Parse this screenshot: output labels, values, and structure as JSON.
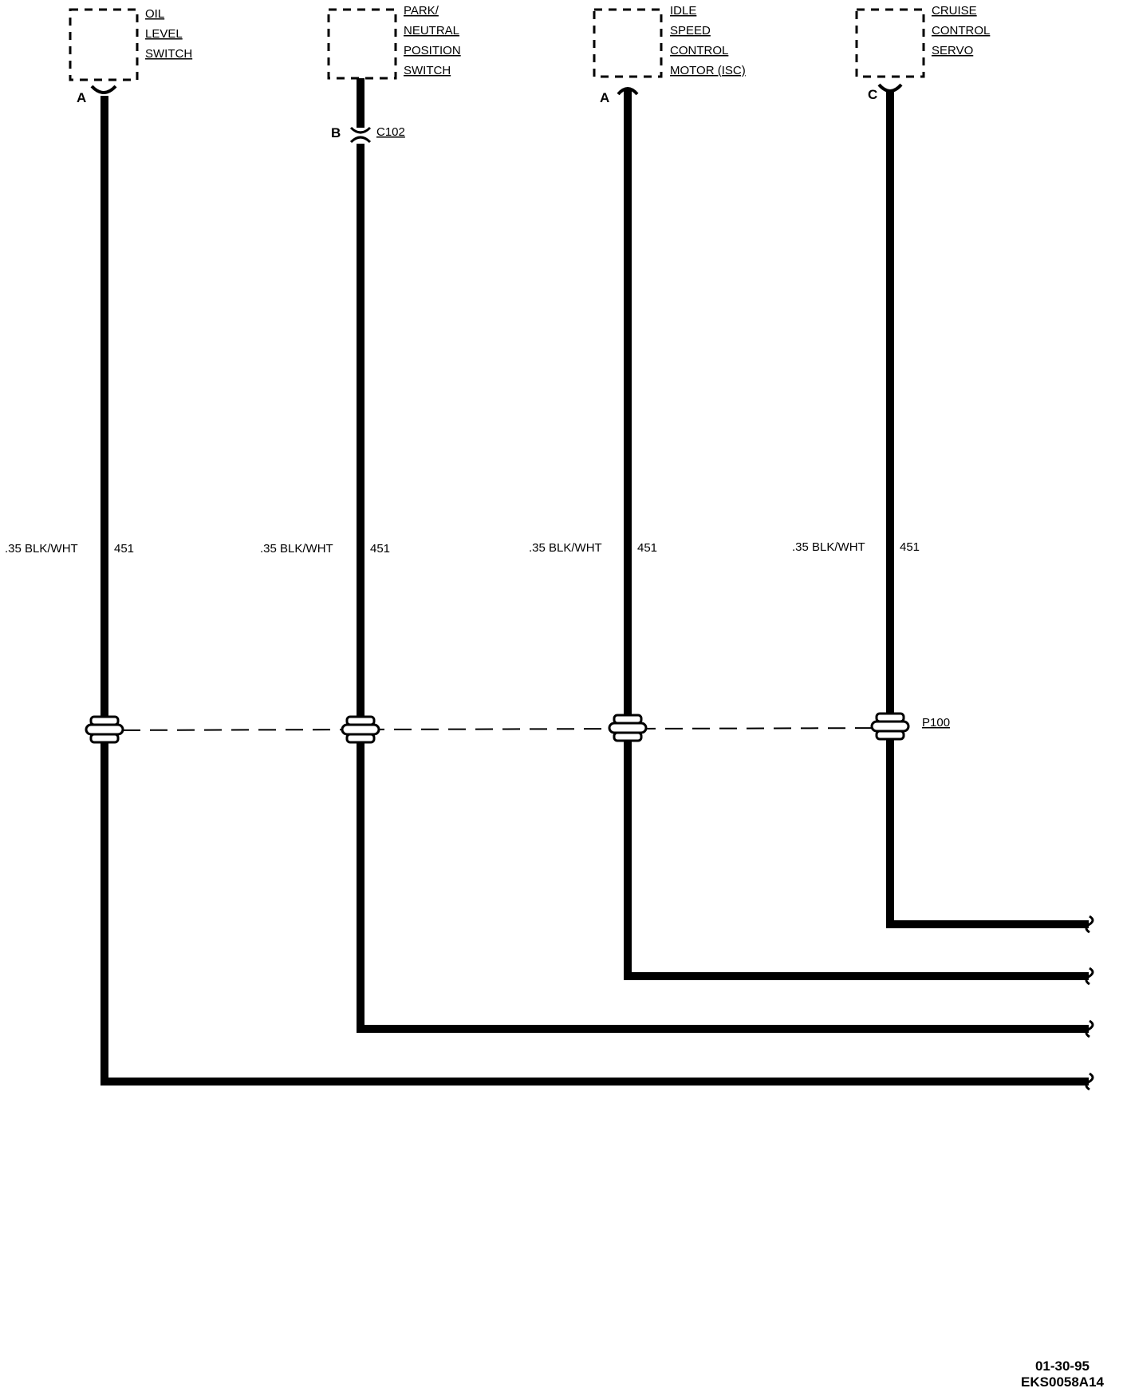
{
  "components": [
    {
      "name_lines": [
        "OIL",
        "LEVEL",
        "SWITCH"
      ],
      "pin": "A",
      "connector": ""
    },
    {
      "name_lines": [
        "PARK/",
        "NEUTRAL",
        "POSITION",
        "SWITCH"
      ],
      "pin": "B",
      "connector": "C102"
    },
    {
      "name_lines": [
        "IDLE",
        "SPEED",
        "CONTROL",
        "MOTOR (ISC)"
      ],
      "pin": "A",
      "connector": ""
    },
    {
      "name_lines": [
        "CRUISE",
        "CONTROL",
        "SERVO"
      ],
      "pin": "C",
      "connector": ""
    }
  ],
  "wires": [
    {
      "gauge_color": ".35 BLK/WHT",
      "circuit": "451"
    },
    {
      "gauge_color": ".35 BLK/WHT",
      "circuit": "451"
    },
    {
      "gauge_color": ".35 BLK/WHT",
      "circuit": "451"
    },
    {
      "gauge_color": ".35 BLK/WHT",
      "circuit": "451"
    }
  ],
  "pass_through": {
    "label": "P100"
  },
  "footer": {
    "date": "01-30-95",
    "code": "EKS0058A14"
  },
  "colors": {
    "ink": "#000000",
    "background": "#ffffff"
  }
}
